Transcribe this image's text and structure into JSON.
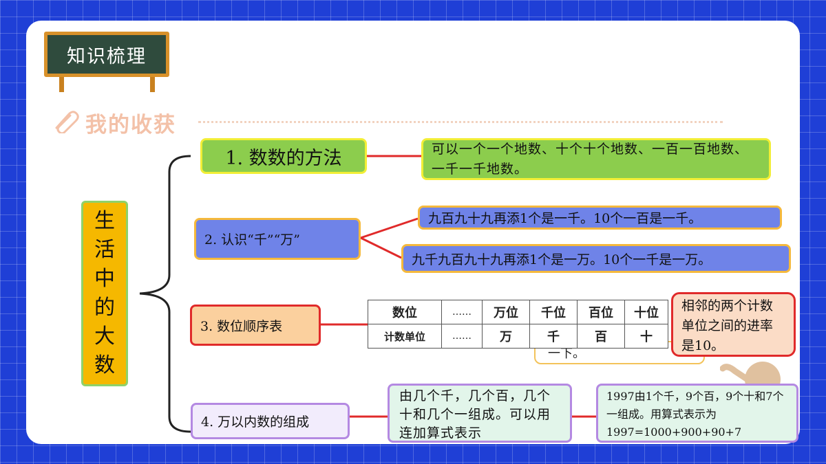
{
  "board": {
    "title": "知识梳理"
  },
  "section": {
    "title": "我的收获"
  },
  "center": {
    "label": "生活中的大数"
  },
  "nodes": {
    "n1": {
      "label": "1. 数数的方法",
      "detail": "可以一个一个地数、十个十个地数、一百一百地数、一千一千地数。"
    },
    "n2": {
      "label": "2. 认识“千”“万”",
      "detail_a": "九百九十九再添1个是一千。10个一百是一千。",
      "detail_b": "九千九百九十九再添1个是一万。10个一千是一万。"
    },
    "n3": {
      "label": "3. 数位顺序表",
      "table": {
        "row1": [
          "数位",
          "……",
          "万位",
          "千位",
          "百位",
          "十位"
        ],
        "row2": [
          "计数单位",
          "……",
          "万",
          "千",
          "百",
          "十"
        ]
      },
      "bubble_back": "一下。",
      "note": "相邻的两个计数单位之间的进率是10。"
    },
    "n4": {
      "label": "4. 万以内数的组成",
      "detail_a": "由几个千，几个百，几个十和几个一组成。可以用连加算式表示",
      "detail_b": "1997由1个千，9个百，9个十和7个一组成。用算式表示为1997=1000+900+90+7"
    }
  },
  "colors": {
    "background": "#1f3fd6",
    "board": "#2f4b3d",
    "board_frame": "#d8912a",
    "green_box": "#8ccd4d",
    "blue_box": "#6f83e8",
    "orange_box": "#fbd09e",
    "purple_box": "#f2ecfc",
    "center_box": "#f5b800",
    "connector_red": "#e02a2a"
  }
}
